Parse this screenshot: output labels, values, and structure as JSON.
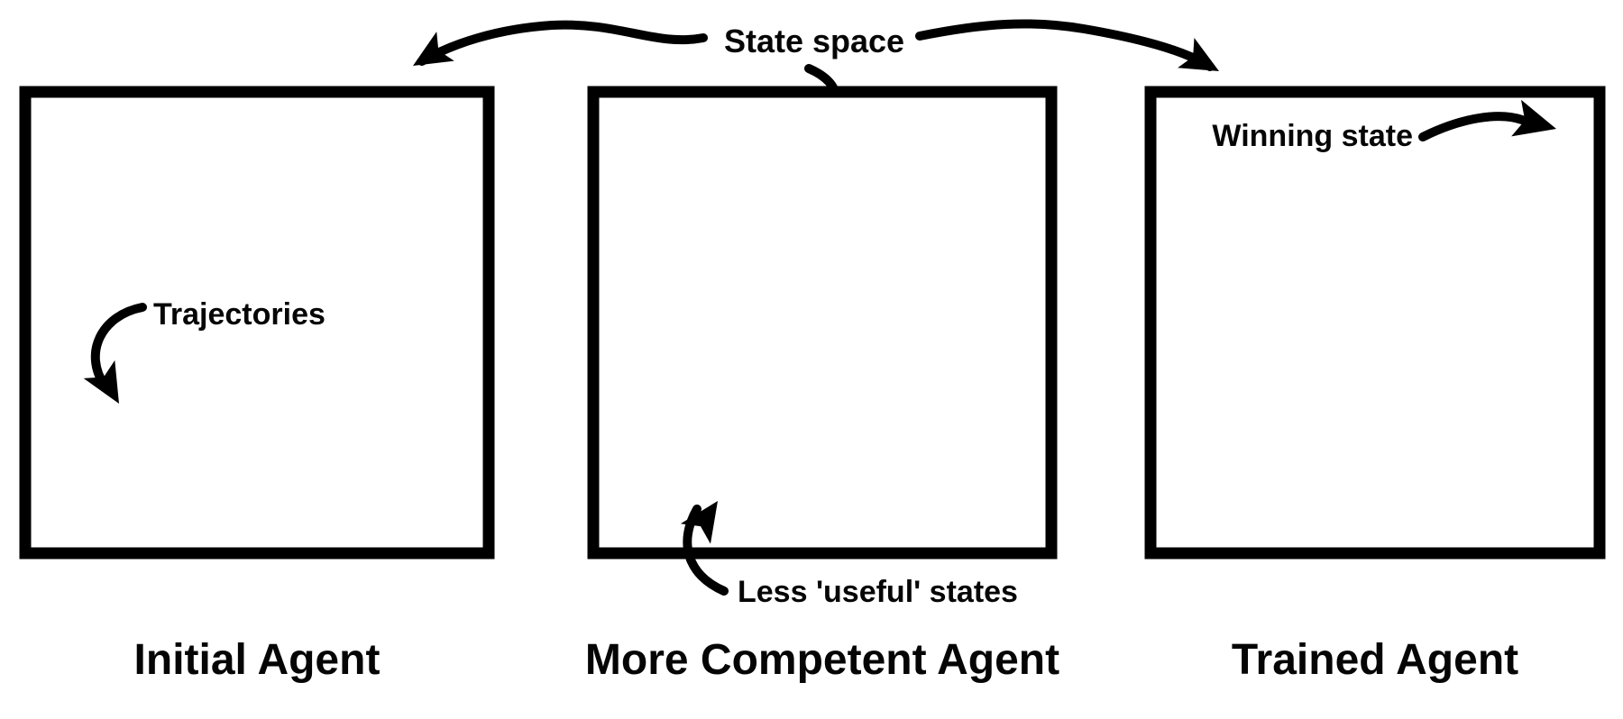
{
  "diagram": {
    "header": {
      "label": "State space"
    },
    "panels": [
      {
        "caption": "Initial Agent",
        "annotation": "Trajectories"
      },
      {
        "caption": "More Competent Agent",
        "annotation": "Less 'useful' states"
      },
      {
        "caption": "Trained Agent",
        "annotation": "Winning state"
      }
    ],
    "colors": {
      "ink": "#000000",
      "trajectory_blue": "#4A80A6",
      "less_useful_teal": "#A9D6D8",
      "competent_navy": "#1E3A5E",
      "trained_red": "#E83C4D",
      "winning_dot": "#F1F6EB"
    }
  }
}
